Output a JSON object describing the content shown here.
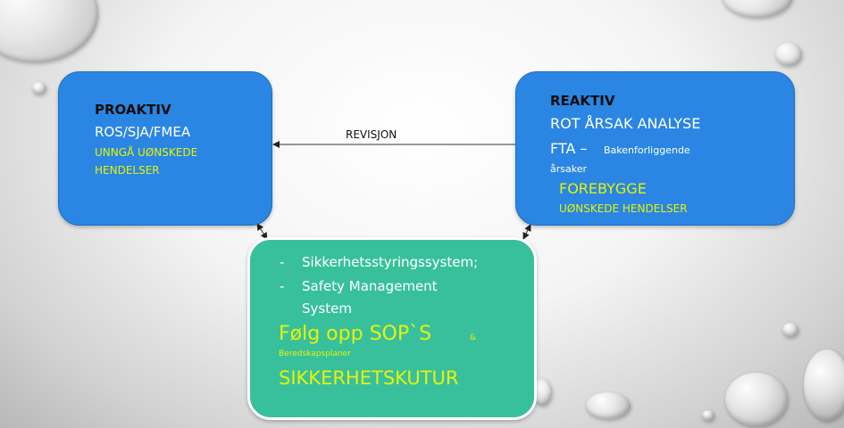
{
  "proactive": {
    "title": "PROAKTIV",
    "line1": "ROS/SJA/FMEA",
    "line2": "UNNGÅ UØNSKEDE",
    "line3": "HENDELSER"
  },
  "reactive": {
    "title": "REAKTIV",
    "line1": "ROT ÅRSAK ANALYSE",
    "line2_main": "FTA –",
    "line2_small": "Bakenforliggende",
    "line3": "årsaker",
    "line4": "FOREBYGGE",
    "line5": "UØNSKEDE HENDELSER"
  },
  "connector": {
    "label": "REVISJON"
  },
  "center": {
    "bullet": "-",
    "item1": "Sikkerhetsstyringssystem;",
    "item2a": "Safety Management",
    "item2b": "System",
    "follow_main": "Følg opp SOP`S",
    "follow_amp": "&",
    "follow_small": "Beredskapsplaner",
    "culture": "SIKKERHETSKUTUR"
  },
  "colors": {
    "box_blue": "#2a86e2",
    "box_green": "#38c09c",
    "accent_yellow": "#e6f20a"
  }
}
